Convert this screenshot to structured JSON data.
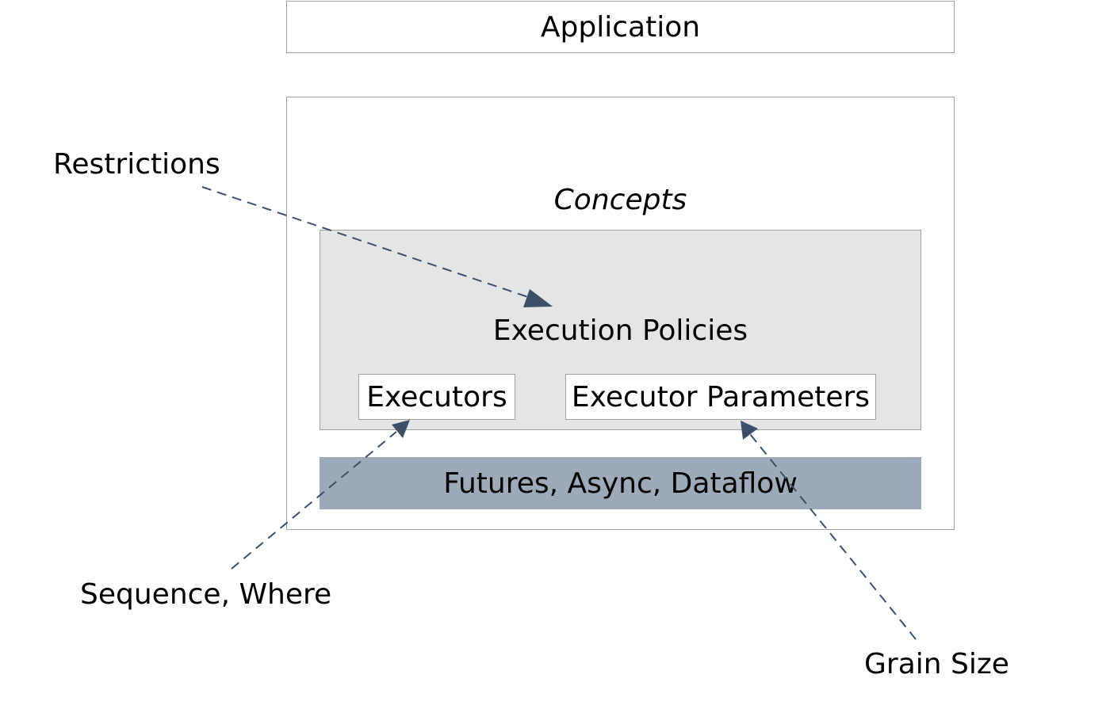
{
  "application": {
    "label": "Application"
  },
  "concepts": {
    "title": "Concepts"
  },
  "execution_policies": {
    "title": "Execution Policies",
    "executors": "Executors",
    "executor_parameters": "Executor Parameters"
  },
  "futures": {
    "label": "Futures, Async, Dataflow"
  },
  "annotations": {
    "restrictions": "Restrictions",
    "sequence_where": "Sequence, Where",
    "grain_size": "Grain Size"
  },
  "colors": {
    "arrow": "#3d5068",
    "futures_bar": "#9eaab8",
    "policies_fill": "#e5e5e5",
    "border": "#a0a0a0"
  }
}
